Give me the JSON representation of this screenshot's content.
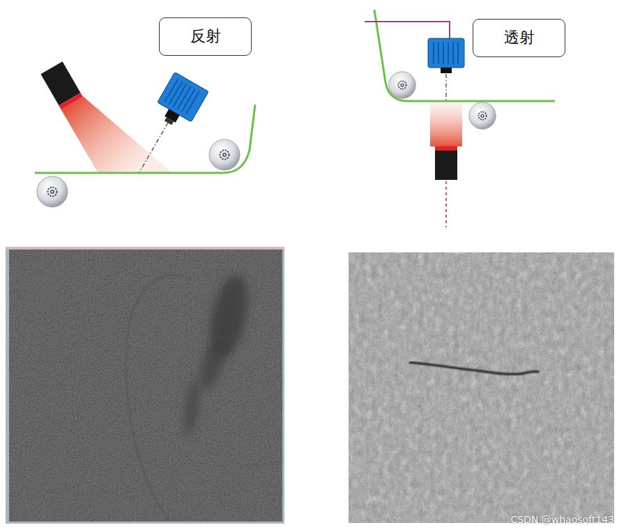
{
  "diagram": {
    "nodes": [
      {
        "text": [
          "反射"
        ]
      },
      {
        "text": [
          "透射"
        ]
      }
    ],
    "labels": [
      "CSDN @whaosoft143"
    ]
  }
}
